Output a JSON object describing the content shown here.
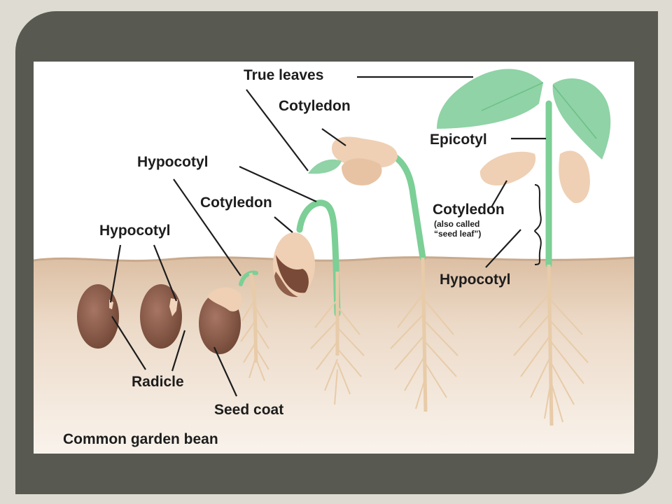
{
  "diagram": {
    "labels": {
      "true_leaves": "True leaves",
      "cotyledon_top": "Cotyledon",
      "epicotyl": "Epicotyl",
      "hypocotyl_mid": "Hypocotyl",
      "cotyledon_mid": "Cotyledon",
      "hypocotyl_left": "Hypocotyl",
      "cotyledon_right": "Cotyledon",
      "cotyledon_note_1": "(also called",
      "cotyledon_note_2": "“seed leaf”)",
      "hypocotyl_right": "Hypocotyl",
      "radicle": "Radicle",
      "seed_coat": "Seed coat",
      "caption": "Common garden bean"
    },
    "colors": {
      "frame": "#585a52",
      "soil": "#e8d3bd",
      "leaf": "#8fd3a6",
      "stem": "#7ccf96",
      "seed": "#8a5a48",
      "cotyledon": "#efd0b4",
      "root": "#e8cba8"
    }
  }
}
